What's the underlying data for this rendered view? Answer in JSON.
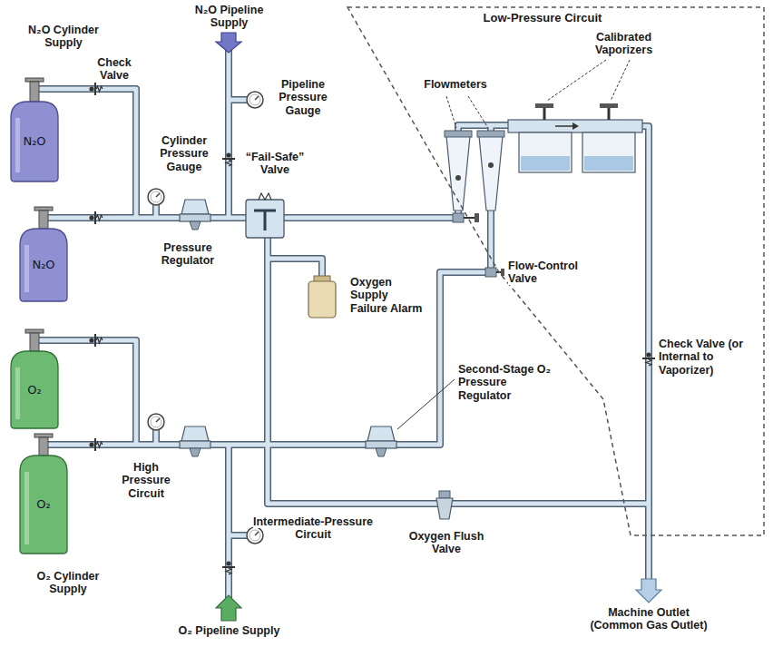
{
  "diagram": {
    "nodes": [
      {
        "text": [
          "Low-Pressure Circuit"
        ]
      },
      {
        "text": [
          "N₂O"
        ]
      },
      {
        "text": [
          "N₂O"
        ]
      },
      {
        "text": [
          "O₂"
        ]
      },
      {
        "text": [
          "O₂"
        ]
      }
    ],
    "labels": [
      "N₂O Pipeline Supply",
      "N₂O Cylinder Supply",
      "Check Valve",
      "Pipeline Pressure Gauge",
      "Flowmeters",
      "Calibrated Vaporizers",
      "Cylinder Pressure Gauge",
      "“Fail-Safe” Valve",
      "Pressure Regulator",
      "Flow-Control Valve",
      "Oxygen Supply Failure Alarm",
      "Check Valve (or Internal to Vaporizer)",
      "Second-Stage O₂ Pressure Regulator",
      "High Pressure Circuit",
      "Intermediate-Pressure Circuit",
      "Oxygen Flush Valve",
      "O₂ Cylinder Supply",
      "Machine Outlet (Common Gas Outlet)",
      "O₂ Pipeline Supply"
    ]
  }
}
